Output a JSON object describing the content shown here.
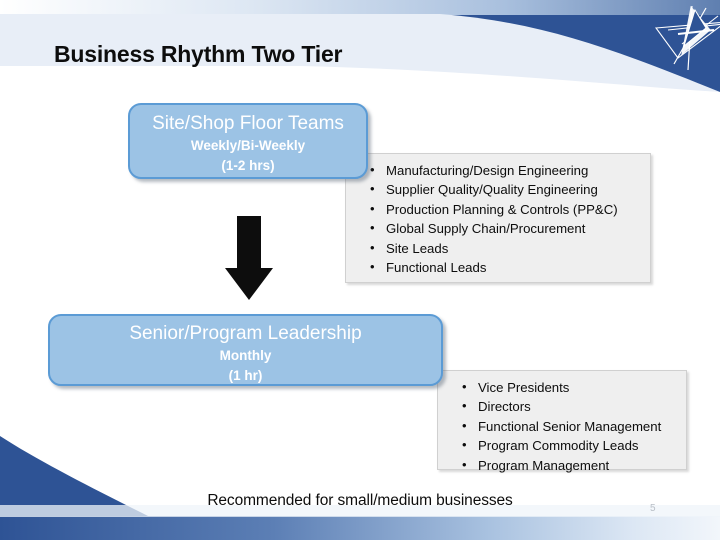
{
  "slide": {
    "title": "Business Rhythm Two Tier",
    "page_number": "5",
    "footer_note": "Recommended for small/medium businesses",
    "logo_name": "lockheed-star-logo"
  },
  "colors": {
    "header_blue": "#2E5395",
    "header_band": "#E8EEF7",
    "box_fill": "#9CC3E5",
    "box_border": "#5B9BD5",
    "panel_fill": "#EFEFEF",
    "panel_border": "#D0D0D0",
    "arrow": "#0D0D0D",
    "title_text": "#0D0D0D",
    "box_text": "#FFFFFF"
  },
  "tiers": [
    {
      "box": {
        "title": "Site/Shop Floor Teams",
        "cadence": "Weekly/Bi-Weekly",
        "duration": "(1-2 hrs)"
      },
      "members": [
        "Manufacturing/Design Engineering",
        "Supplier Quality/Quality Engineering",
        "Production Planning & Controls (PP&C)",
        "Global Supply Chain/Procurement",
        "Site Leads",
        "Functional Leads"
      ]
    },
    {
      "box": {
        "title": "Senior/Program Leadership",
        "cadence": "Monthly",
        "duration": "(1 hr)"
      },
      "members": [
        "Vice Presidents",
        "Directors",
        "Functional Senior Management",
        "Program Commodity Leads",
        "Program Management"
      ]
    }
  ],
  "connector": {
    "icon": "down-arrow-icon",
    "direction": "down"
  }
}
